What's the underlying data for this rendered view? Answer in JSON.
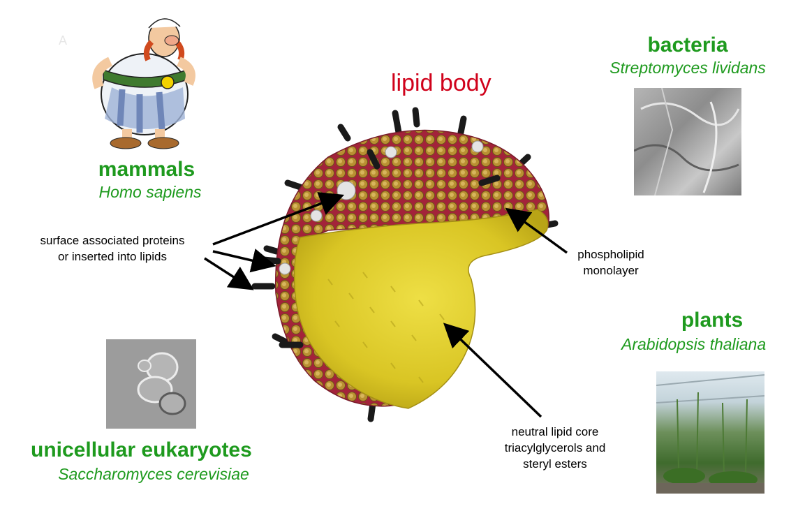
{
  "title": "lipid body",
  "corner_mark": "A",
  "organisms": {
    "mammals": {
      "group": "mammals",
      "species": "Homo sapiens"
    },
    "bacteria": {
      "group": "bacteria",
      "species": "Streptomyces lividans"
    },
    "plants": {
      "group": "plants",
      "species": "Arabidopsis thaliana"
    },
    "eukaryotes": {
      "group": "unicellular eukaryotes",
      "species": "Saccharomyces cerevisiae"
    }
  },
  "labels": {
    "proteins": [
      "surface associated proteins",
      "or inserted into lipids"
    ],
    "monolayer": [
      "phospholipid",
      "monolayer"
    ],
    "core": [
      "neutral lipid core",
      "triacylglycerols and",
      "steryl esters"
    ]
  },
  "colors": {
    "title": "#d0021b",
    "organism_text": "#1e9a1e",
    "core": "#e1cf2a",
    "shell": "#b0223a",
    "disc": "#b48a2c"
  }
}
